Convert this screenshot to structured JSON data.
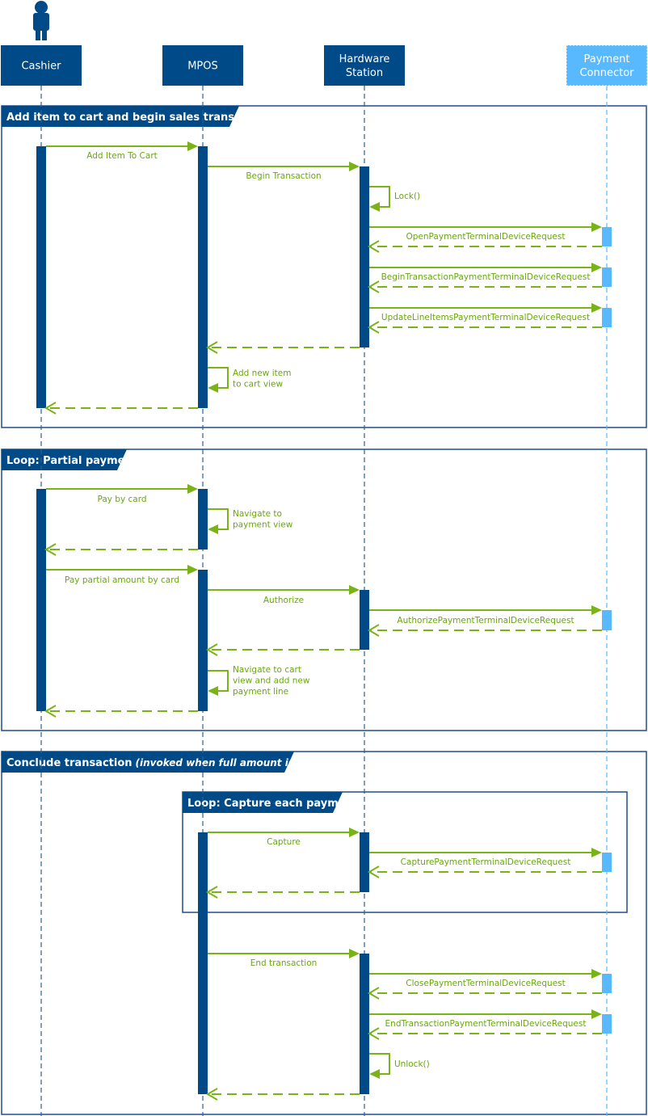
{
  "lifelines": [
    {
      "id": "cashier",
      "label_lines": [
        "Cashier"
      ]
    },
    {
      "id": "mpos",
      "label_lines": [
        "MPOS"
      ]
    },
    {
      "id": "hardware",
      "label_lines": [
        "Hardware",
        "Station"
      ]
    },
    {
      "id": "connector",
      "label_lines": [
        "Payment",
        "Connector"
      ]
    }
  ],
  "actor_icon": "person-icon",
  "frames": [
    {
      "title": "Add item to cart and begin sales transaction",
      "note": ""
    },
    {
      "title": "Loop: Partial payment",
      "note": ""
    },
    {
      "title": "Conclude transaction",
      "note": "(invoked when full amount is paid)"
    },
    {
      "title": "Loop: Capture each payment",
      "note": ""
    }
  ],
  "messages": [
    {
      "label_lines": [
        "Add Item To Cart"
      ]
    },
    {
      "label_lines": [
        "Begin Transaction"
      ]
    },
    {
      "label_lines": [
        "Lock()"
      ]
    },
    {
      "label_lines": [
        "OpenPaymentTerminalDeviceRequest"
      ]
    },
    {
      "label_lines": [
        "BeginTransactionPaymentTerminalDeviceRequest"
      ]
    },
    {
      "label_lines": [
        "UpdateLineItemsPaymentTerminalDeviceRequest"
      ]
    },
    {
      "label_lines": [
        "Add new item",
        "to cart view"
      ]
    },
    {
      "label_lines": [
        "Pay by card"
      ]
    },
    {
      "label_lines": [
        "Navigate to",
        "payment view"
      ]
    },
    {
      "label_lines": [
        "Pay partial amount by card"
      ]
    },
    {
      "label_lines": [
        "Authorize"
      ]
    },
    {
      "label_lines": [
        "AuthorizePaymentTerminalDeviceRequest"
      ]
    },
    {
      "label_lines": [
        "Navigate to cart",
        "view and add new",
        "payment line"
      ]
    },
    {
      "label_lines": [
        "Capture"
      ]
    },
    {
      "label_lines": [
        "CapturePaymentTerminalDeviceRequest"
      ]
    },
    {
      "label_lines": [
        "End transaction"
      ]
    },
    {
      "label_lines": [
        "ClosePaymentTerminalDeviceRequest"
      ]
    },
    {
      "label_lines": [
        "EndTransactionPaymentTerminalDeviceRequest"
      ]
    },
    {
      "label_lines": [
        "Unlock()"
      ]
    }
  ]
}
